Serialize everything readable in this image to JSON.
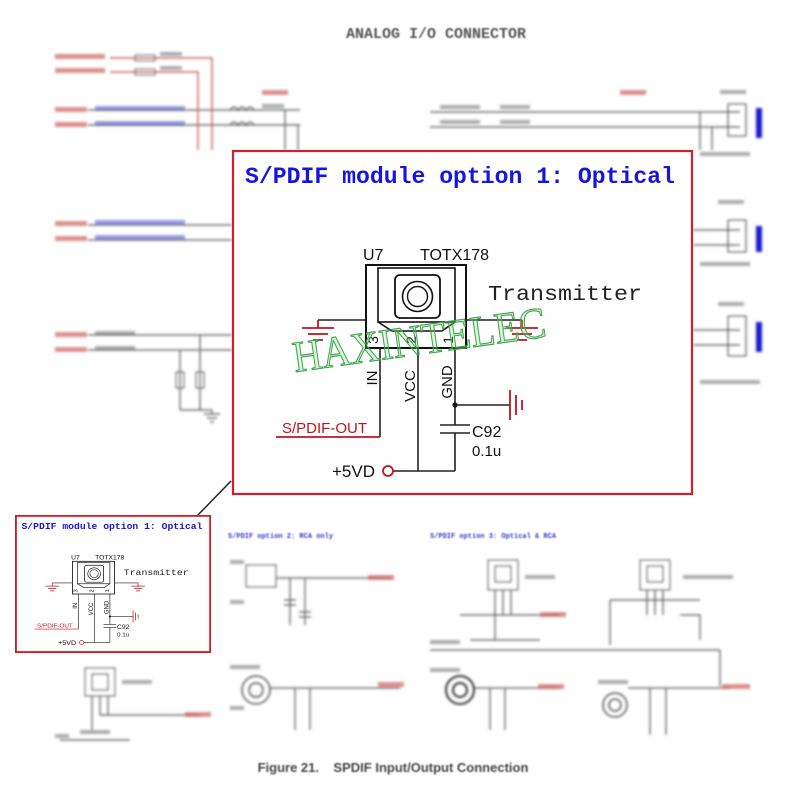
{
  "page": {
    "title": "ANALOG I/O CONNECTOR",
    "caption": "Figure 21.    SPDIF Input/Output Connection"
  },
  "main_panel": {
    "title": "S/PDIF module option 1: Optical",
    "ref": "U7",
    "part": "TOTX178",
    "function": "Transmitter",
    "pins": [
      "3",
      "2",
      "1"
    ],
    "pin_labels": [
      "IN",
      "VCC",
      "GND"
    ],
    "net_out": "S/PDIF-OUT",
    "cap_ref": "C92",
    "cap_value": "0.1u",
    "power": "+5VD"
  },
  "sections": {
    "option2": "S/PDIF option 2: RCA only",
    "option3": "S/PDIF option 3: Optical & RCA"
  },
  "watermark": "HAXINTELEC",
  "colors": {
    "frame": "#d0202a",
    "title_blue": "#1515e0",
    "net_red": "#c0141e",
    "watermark": "#3fa34d"
  }
}
